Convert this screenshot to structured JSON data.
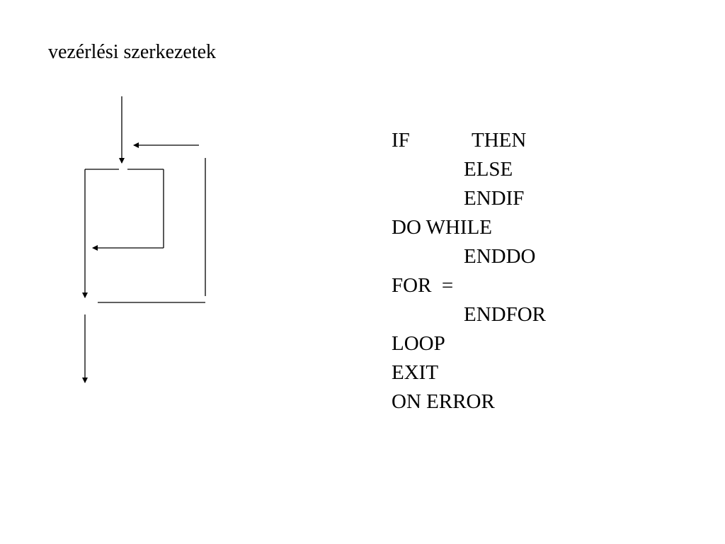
{
  "slide": {
    "title": "vezérlési szerkezetek"
  },
  "keywords": {
    "if": "IF",
    "then": "THEN",
    "else": "ELSE",
    "endif": "ENDIF",
    "do_while": "DO WHILE",
    "enddo": "ENDDO",
    "for": "FOR  =",
    "endfor": "ENDFOR",
    "loop": "LOOP",
    "exit": "EXIT",
    "on_error": "ON ERROR"
  }
}
